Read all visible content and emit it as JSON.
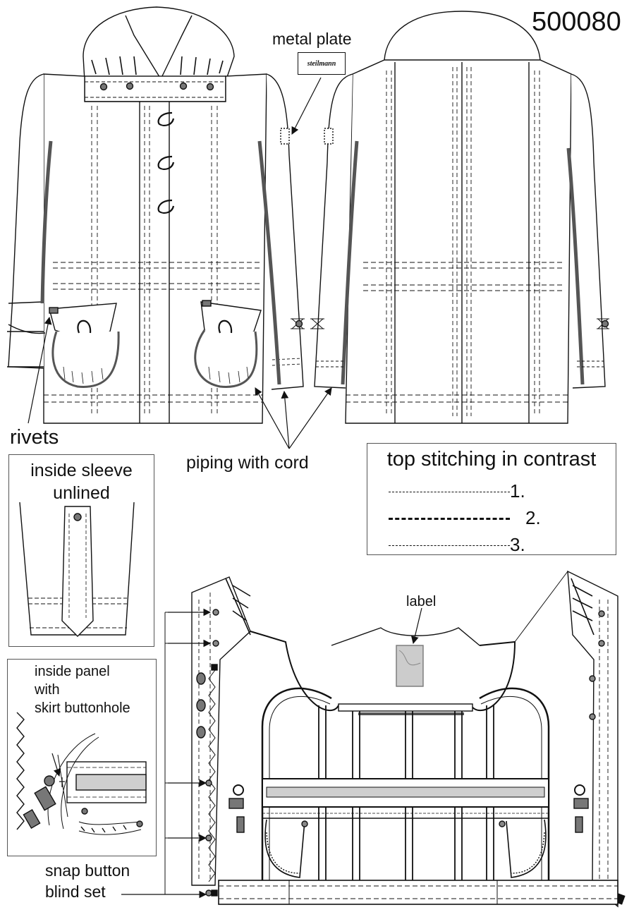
{
  "style_number": "500080",
  "callouts": {
    "metal_plate": "metal plate",
    "rivets": "rivets",
    "piping_with_cord": "piping with cord",
    "inside_sleeve": [
      "inside sleeve",
      "unlined"
    ],
    "inside_panel": [
      "inside panel",
      "with",
      "skirt buttonhole"
    ],
    "label": "label",
    "snap_button": [
      "snap button",
      "blind set"
    ]
  },
  "plate_brand": "steilmann",
  "legend": {
    "title": "top stitching in contrast",
    "items": [
      "1.",
      "2.",
      "3."
    ]
  },
  "colors": {
    "line": "#111111",
    "piping": "#555555",
    "fill_grey": "#cfcfcf"
  }
}
